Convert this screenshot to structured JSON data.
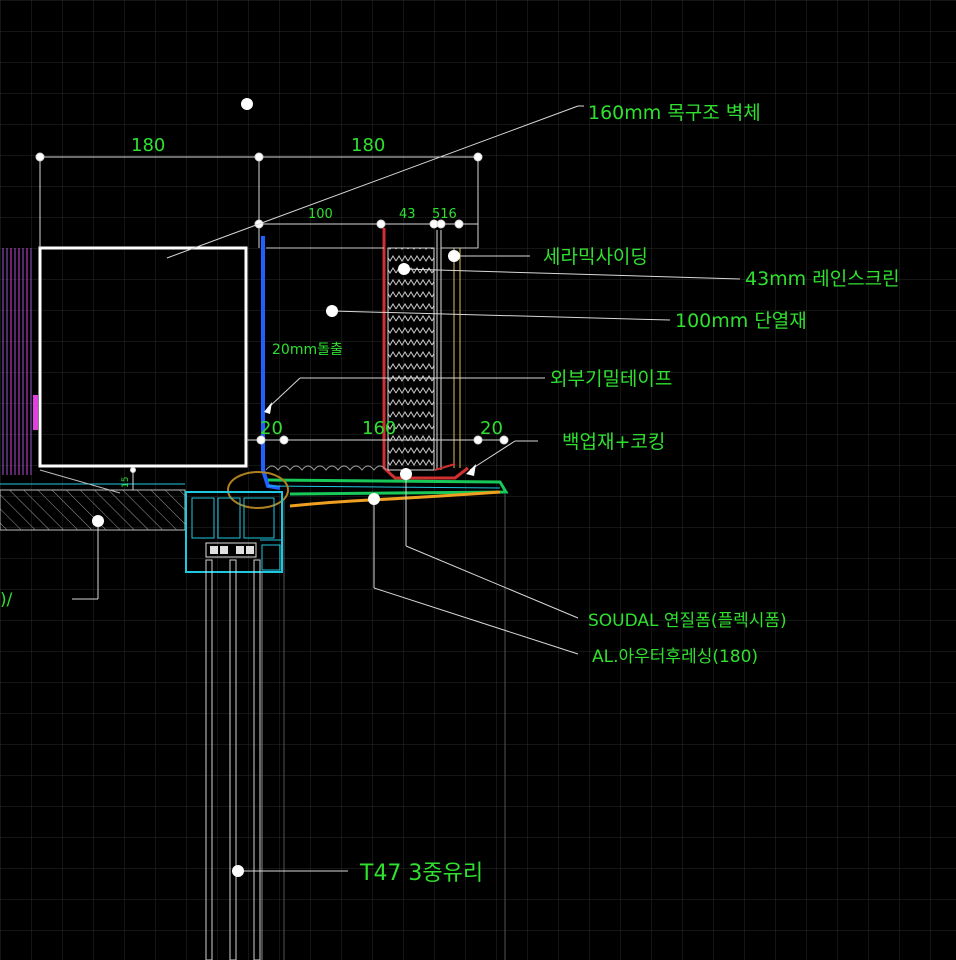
{
  "drawing": {
    "colors": {
      "background": "#000000",
      "grid": "#2a2a2a",
      "label": "#2fe02f",
      "leader": "#d8d8d8",
      "wall": "#ffffff",
      "membrane_blue": "#2060ff",
      "membrane_red": "#d03030",
      "flashing_orange": "#f0a020",
      "window_frame": "#1ec8e0"
    },
    "dimensions": {
      "top_left": "180",
      "top_right": "180",
      "sub_100": "100",
      "sub_43": "43",
      "sub_516": "516",
      "protrusion": "20mm돌출",
      "bottom_20_left": "20",
      "bottom_160": "160",
      "bottom_20_right": "20",
      "small_vertical": "15"
    },
    "labels": {
      "wood_wall": "160mm 목구조 벽체",
      "ceramic_siding": "세라믹사이딩",
      "rainscreen": "43mm 레인스크린",
      "insulation": "100mm 단열재",
      "airtight_tape": "외부기밀테이프",
      "backer_caulk": "백업재+코킹",
      "soft_foam": "SOUDAL 연질폼(플렉시폼)",
      "al_flashing": "AL.아우터후레싱(180)",
      "triple_glazing": "T47 3중유리",
      "cut_left": ")/"
    }
  }
}
